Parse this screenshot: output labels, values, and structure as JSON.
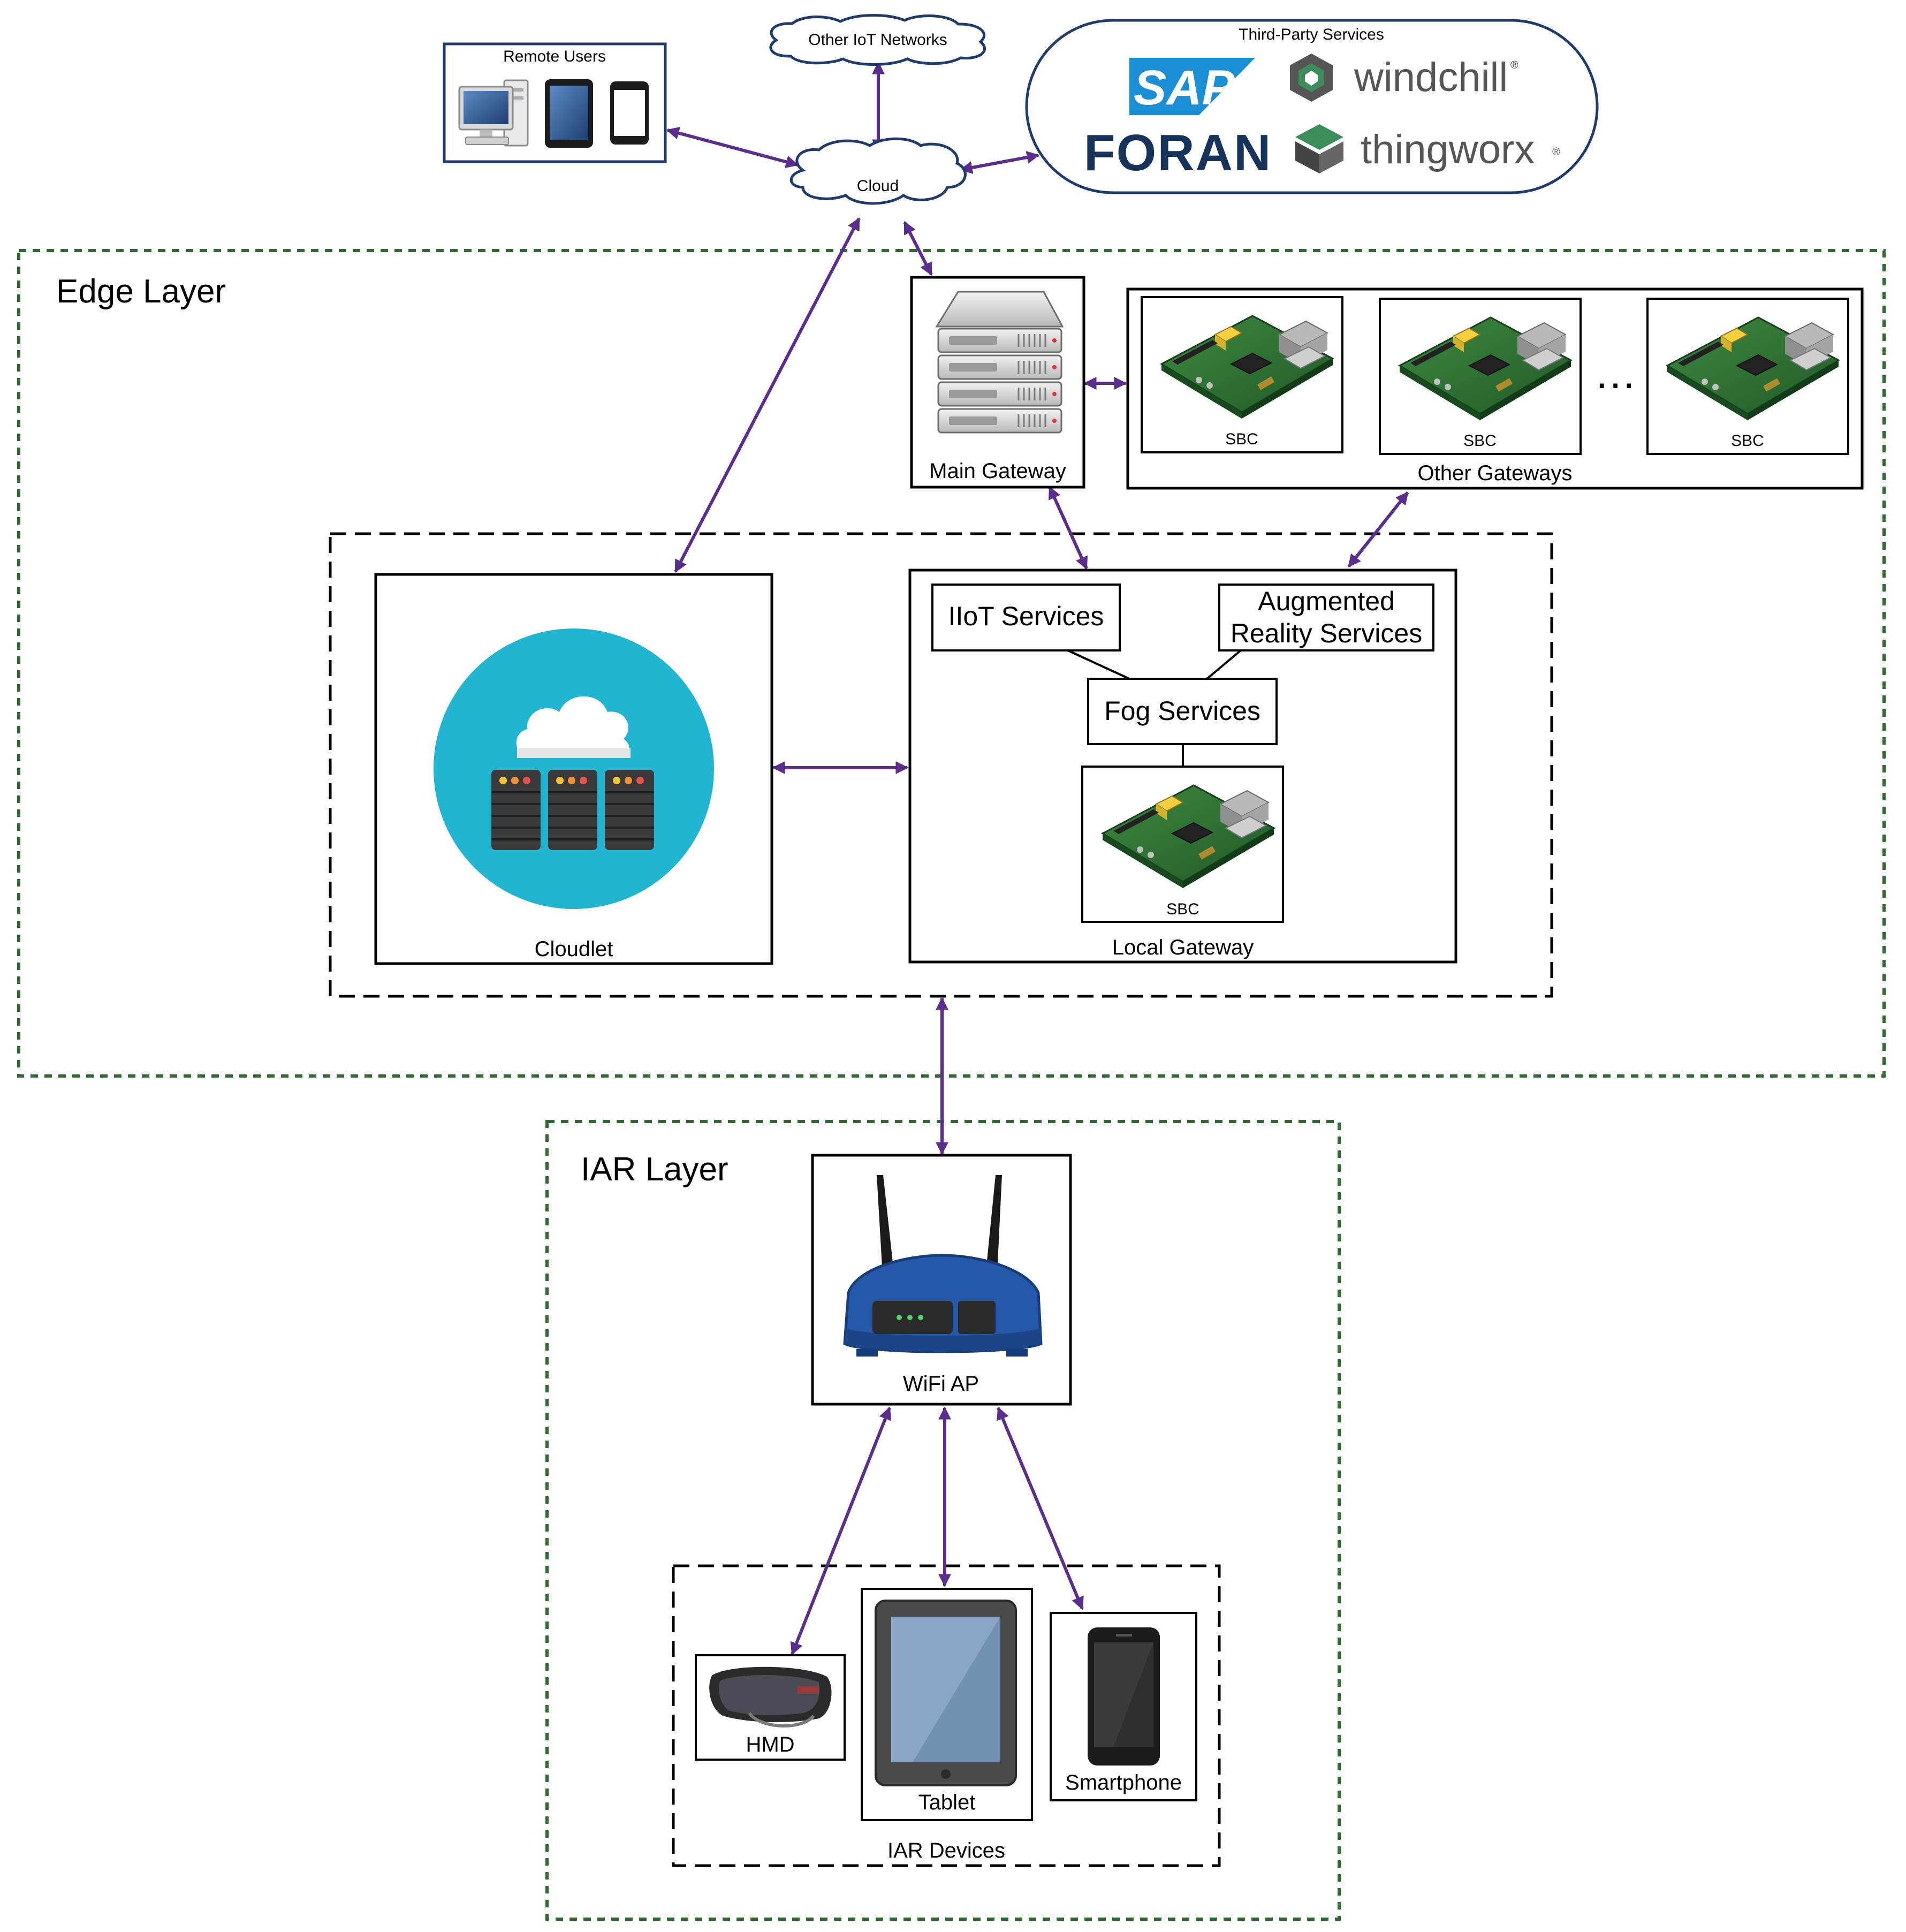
{
  "colors": {
    "arrow": "#5b2d8e",
    "green_dash": "#2e6b2e",
    "navy": "#1f3a6e",
    "cloudlet_circle": "#22b5d1",
    "sap_blue": "#1b8fd6",
    "foran_navy": "#16335c",
    "logo_gray": "#555555",
    "logo_green": "#3c8d5a",
    "router_blue": "#2558a8"
  },
  "top": {
    "remote_users": {
      "label": "Remote Users",
      "icons": [
        "desktop-computer-icon",
        "tablet-icon",
        "smartphone-icon"
      ]
    },
    "other_iot": {
      "label": "Other IoT Networks"
    },
    "cloud": {
      "label": "Cloud"
    },
    "third_party": {
      "label": "Third-Party Services",
      "logos": {
        "sap": "SAP",
        "windchill": "windchill",
        "foran": "FORAN",
        "thingworx": "thingworx"
      }
    }
  },
  "edge_layer": {
    "label": "Edge Layer",
    "main_gateway": {
      "label": "Main Gateway",
      "icon": "server-rack-icon"
    },
    "other_gateways": {
      "label": "Other Gateways",
      "sbc_labels": [
        "SBC",
        "SBC",
        "SBC"
      ],
      "ellipsis": "…"
    },
    "cloudlet": {
      "label": "Cloudlet",
      "icon": "cloud-server-icon"
    },
    "local_gateway": {
      "label": "Local Gateway",
      "iiot": "IIoT Services",
      "ar_line1": "Augmented",
      "ar_line2": "Reality Services",
      "fog": "Fog Services",
      "sbc": "SBC"
    }
  },
  "iar_layer": {
    "label": "IAR Layer",
    "wifi": {
      "label": "WiFi AP",
      "icon": "wifi-router-icon"
    },
    "devices_group": {
      "label": "IAR Devices"
    },
    "hmd": {
      "label": "HMD",
      "icon": "hmd-headset-icon"
    },
    "tablet": {
      "label": "Tablet",
      "icon": "tablet-icon"
    },
    "smartphone": {
      "label": "Smartphone",
      "icon": "smartphone-icon"
    }
  }
}
